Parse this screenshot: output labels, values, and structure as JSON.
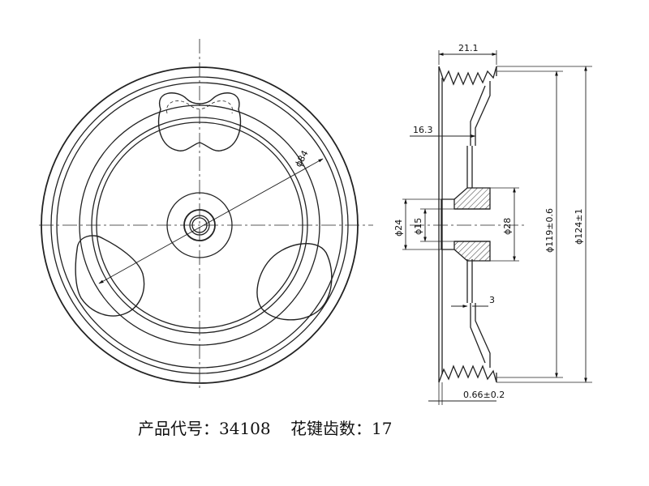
{
  "front_view": {
    "diameter_label": "ϕ84"
  },
  "side_view": {
    "dim_width_total": "21.1",
    "dim_hub_offset": "16.3",
    "dim_bore_outer": "ϕ24",
    "dim_bore_inner": "ϕ15",
    "dim_hub_diameter": "ϕ28",
    "dim_web_thickness": "3",
    "dim_groove_diameter": "ϕ119±0.6",
    "dim_outer_diameter": "ϕ124±1",
    "dim_sheet_thickness": "0.66±0.2"
  },
  "captions": {
    "product_code": "产品代号：34108",
    "spline_teeth": "花键齿数：17"
  }
}
